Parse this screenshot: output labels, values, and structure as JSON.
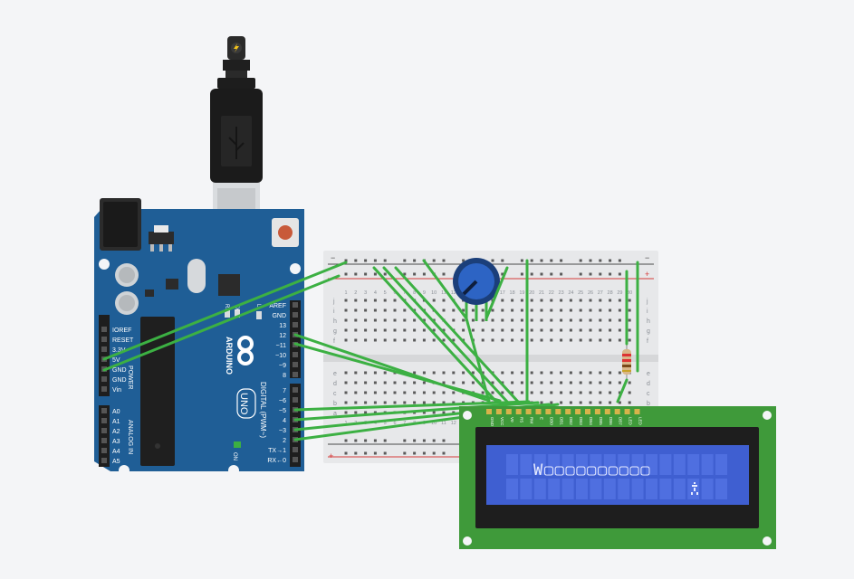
{
  "arduino": {
    "brand": "ARDUINO",
    "model": "UNO",
    "on_label": "ON",
    "tx_label": "TX",
    "rx_label": "RX",
    "l_label": "L",
    "digital_header": "DIGITAL (PWM~)",
    "power_header": "POWER",
    "analog_header": "ANALOG IN",
    "digital_pins_top": [
      "AREF",
      "GND",
      "13",
      "12",
      "~11",
      "~10",
      "~9",
      "8"
    ],
    "digital_pins_bottom": [
      "7",
      "~6",
      "~5",
      "4",
      "~3",
      "2",
      "TX→1",
      "RX←0"
    ],
    "power_pins": [
      "IOREF",
      "RESET",
      "3.3V",
      "5V",
      "GND",
      "GND",
      "Vin"
    ],
    "analog_pins": [
      "A0",
      "A1",
      "A2",
      "A3",
      "A4",
      "A5"
    ]
  },
  "breadboard": {
    "rail_minus": "−",
    "rail_plus": "+",
    "top_rows": [
      "j",
      "i",
      "h",
      "g",
      "f"
    ],
    "bottom_rows": [
      "e",
      "d",
      "c",
      "b",
      "a"
    ],
    "column_numbers": [
      "1",
      "2",
      "3",
      "4",
      "5",
      "6",
      "7",
      "8",
      "9",
      "10",
      "11",
      "12",
      "13",
      "14",
      "15",
      "16",
      "17",
      "18",
      "19",
      "20",
      "21",
      "22",
      "23",
      "24",
      "25",
      "26",
      "27",
      "28",
      "29",
      "30"
    ]
  },
  "lcd": {
    "pin_labels": [
      "GND",
      "VCC",
      "V0",
      "RS",
      "RW",
      "E",
      "DB0",
      "DB1",
      "DB2",
      "DB3",
      "DB4",
      "DB5",
      "DB6",
      "DB7",
      "LED",
      "LED"
    ],
    "line1": "W▢▢▢▢▢▢▢▢▢▢",
    "colors": {
      "pcb": "#3f9a3a",
      "bezel": "#1e1e1e",
      "screen": "#3f5fd1",
      "pixel": "#e8ecff"
    }
  },
  "usb": {
    "plug_icon": "lightning-icon"
  },
  "colors": {
    "board": "#1f5e96",
    "wire": "#3cb043",
    "breadboard": "#e7e8ea"
  }
}
